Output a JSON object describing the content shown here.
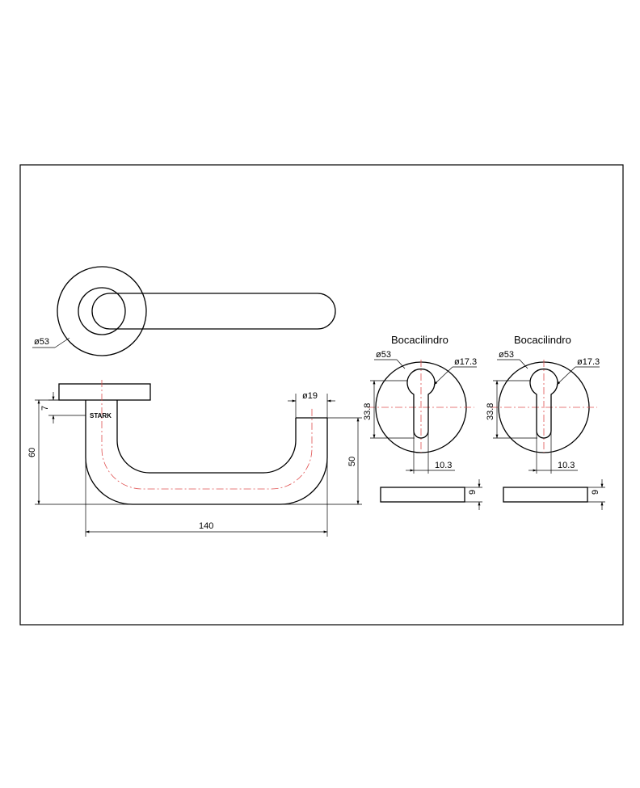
{
  "drawing": {
    "brand": "STARK",
    "handle_rose_diameter": "ø53",
    "rose_thickness": "7",
    "handle_height": "60",
    "handle_projection": "50",
    "handle_length": "140",
    "lever_diameter": "ø19"
  },
  "escutcheons": [
    {
      "title": "Bocacilindro",
      "outer_diameter": "ø53",
      "hole_diameter": "ø17.3",
      "vertical_distance": "33.8",
      "slot_width": "10.3",
      "thickness": "9"
    },
    {
      "title": "Bocacilindro",
      "outer_diameter": "ø53",
      "hole_diameter": "ø17.3",
      "vertical_distance": "33.8",
      "slot_width": "10.3",
      "thickness": "9"
    }
  ],
  "colors": {
    "line": "#000000",
    "centerline": "#e05050",
    "frame": "#000000"
  }
}
